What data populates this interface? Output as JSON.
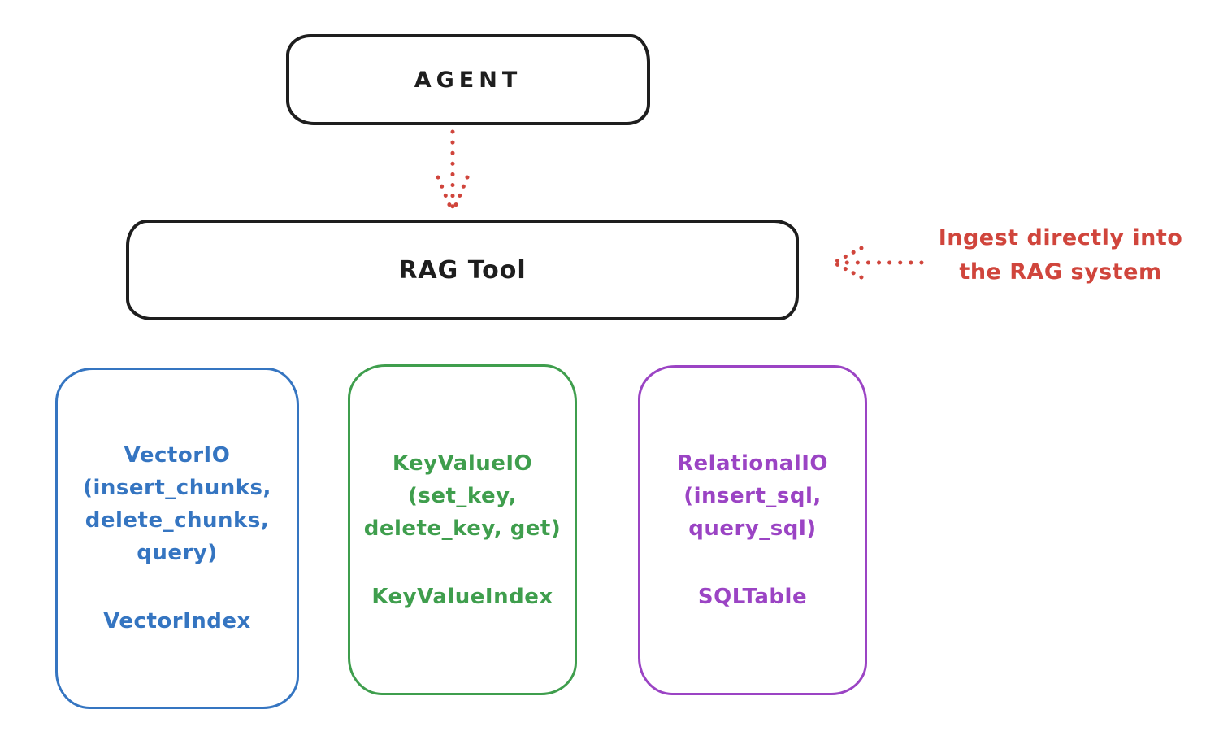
{
  "colors": {
    "ink": "#1e1e1e",
    "accent_red": "#d0453c",
    "vector_blue": "#3575c1",
    "keyvalue_green": "#3f9e4d",
    "relational_purple": "#9b44c4",
    "background": "#ffffff"
  },
  "agent": {
    "label": "AGENT"
  },
  "rag_tool": {
    "label": "RAG Tool"
  },
  "ingest_note": {
    "lines": [
      "Ingest directly into",
      "the RAG system"
    ]
  },
  "modules": [
    {
      "name": "VectorIO",
      "color": "#3575c1",
      "title_lines": [
        "VectorIO",
        "(insert_chunks,",
        "delete_chunks,",
        "query)"
      ],
      "index_label": "VectorIndex"
    },
    {
      "name": "KeyValueIO",
      "color": "#3f9e4d",
      "title_lines": [
        "KeyValueIO",
        "(set_key,",
        "delete_key, get)"
      ],
      "index_label": "KeyValueIndex"
    },
    {
      "name": "RelationalIO",
      "color": "#9b44c4",
      "title_lines": [
        "RelationalIO",
        "(insert_sql,",
        "query_sql)"
      ],
      "index_label": "SQLTable"
    }
  ]
}
